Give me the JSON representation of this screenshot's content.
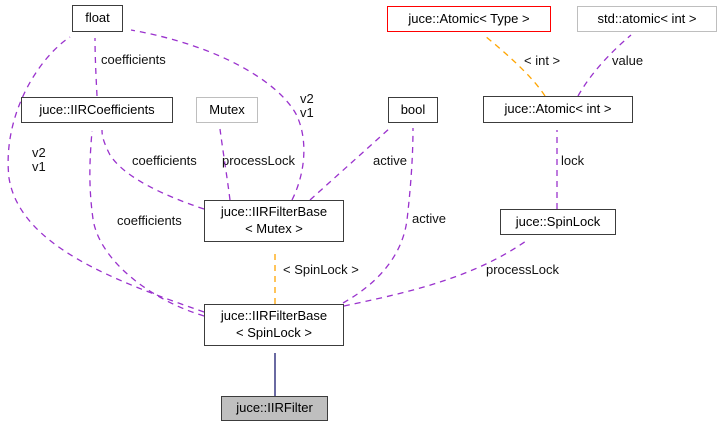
{
  "diagram": {
    "kind": "collaboration-graph",
    "nodes": {
      "float": {
        "label": "float"
      },
      "iircoefficients": {
        "label": "juce::IIRCoefficients"
      },
      "mutex": {
        "label": "Mutex"
      },
      "atomic_type": {
        "label": "juce::Atomic< Type >"
      },
      "std_atomic_int": {
        "label": "std::atomic< int >"
      },
      "bool": {
        "label": "bool"
      },
      "atomic_int": {
        "label": "juce::Atomic< int >"
      },
      "filterbase_mutex": {
        "line1": "juce::IIRFilterBase",
        "line2": "< Mutex >"
      },
      "spinlock": {
        "label": "juce::SpinLock"
      },
      "filterbase_spinlock": {
        "line1": "juce::IIRFilterBase",
        "line2": "< SpinLock >"
      },
      "iirfilter": {
        "label": "juce::IIRFilter"
      }
    },
    "edge_labels": {
      "coefficients_top": "coefficients",
      "coefficients_mid": "coefficients",
      "coefficients_low": "coefficients",
      "processlock_top": "processLock",
      "processlock_low": "processLock",
      "active_left": "active",
      "active_mid": "active",
      "lock": "lock",
      "value": "value",
      "int_template": "< int >",
      "spinlock_template": "< SpinLock >",
      "v2v1_left": {
        "line1": "v2",
        "line2": "v1"
      },
      "v2v1_right": {
        "line1": "v2",
        "line2": "v1"
      }
    },
    "colors": {
      "usage_edge": "#9a32cd",
      "template_edge": "#ffa500",
      "inheritance_edge": "#191970",
      "undocumented_border": "#ff0000",
      "external_border": "#bebebe",
      "selected_fill": "#bfbfbf",
      "node_border": "#3c3c3c",
      "background": "#ffffff"
    }
  }
}
